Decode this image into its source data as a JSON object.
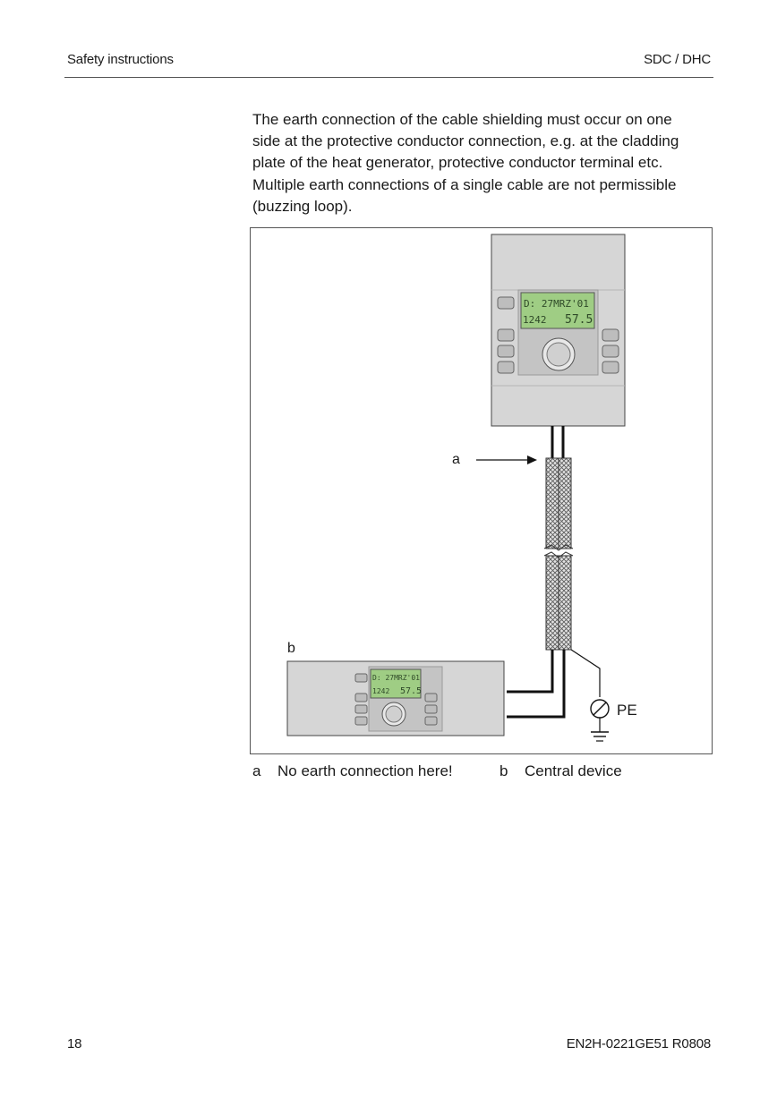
{
  "header": {
    "section": "Safety instructions",
    "product": "SDC / DHC"
  },
  "body": {
    "paragraph": "The earth connection of the cable shielding must occur on one\nside at the protective conductor connection, e.g. at the cladding\nplate of the heat generator, protective conductor terminal etc.\nMultiple earth connections of a single cable are not permissible\n(buzzing loop)."
  },
  "figure": {
    "label_a": "a",
    "label_b": "b",
    "label_pe": "PE",
    "display_line1": "D: 27MRZ'01",
    "display_line2_left": "1242",
    "display_line2_right": "57.5",
    "colors": {
      "device_body": "#d6d6d6",
      "lcd": "#9fcd84",
      "cable_shield": "#cfcfcf"
    }
  },
  "legend": [
    {
      "key": "a",
      "text": "No earth connection here!"
    },
    {
      "key": "b",
      "text": "Central device"
    }
  ],
  "footer": {
    "page_number": "18",
    "doc_code": "EN2H-0221GE51 R0808"
  }
}
